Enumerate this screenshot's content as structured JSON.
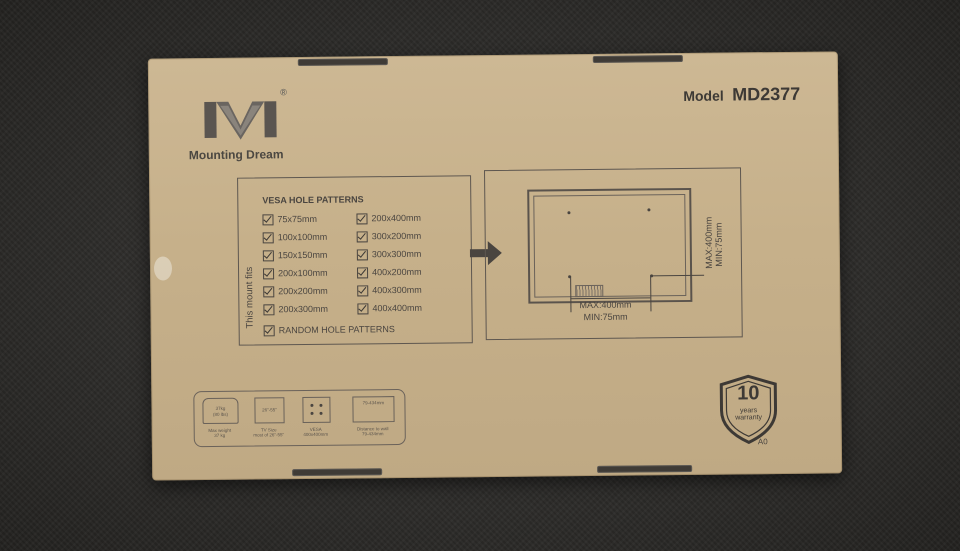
{
  "brand": {
    "name": "Mounting Dream",
    "logo_letter": "M",
    "registered": "®"
  },
  "model": {
    "label": "Model",
    "number": "MD2377"
  },
  "vesa": {
    "title": "VESA HOLE PATTERNS",
    "side_label": "This mount fits",
    "column_1": [
      "75x75mm",
      "100x100mm",
      "150x150mm",
      "200x100mm",
      "200x200mm",
      "200x300mm"
    ],
    "column_2": [
      "200x400mm",
      "300x200mm",
      "300x300mm",
      "400x200mm",
      "400x300mm",
      "400x400mm"
    ],
    "random": "RANDOM HOLE PATTERNS"
  },
  "diagram": {
    "horizontal_max": "MAX:400mm",
    "horizontal_min": "MIN:75mm",
    "vertical_max": "MAX:400mm",
    "vertical_min": "MIN:75mm"
  },
  "specs": {
    "weight_inner_1": "37kg",
    "weight_inner_2": "(80 lbs)",
    "weight_cap_1": "Max weight",
    "weight_cap_2": "37 kg",
    "tv_inner": "26\"-55\"",
    "tv_cap_1": "TV Size",
    "tv_cap_2": "most of 26\"-55\"",
    "vesa_cap_1": "VESA",
    "vesa_cap_2": "400x400mm",
    "wall_inner": "79-434mm",
    "wall_cap_1": "Distance to wall",
    "wall_cap_2": "79-434mm"
  },
  "warranty": {
    "years": "10",
    "line_1": "years",
    "line_2": "warranty"
  },
  "code": "A0",
  "colors": {
    "cardboard": "#c6b08a",
    "ink": "#4a4540",
    "tape": "#3f3b36",
    "carpet": "#2c2b29"
  }
}
